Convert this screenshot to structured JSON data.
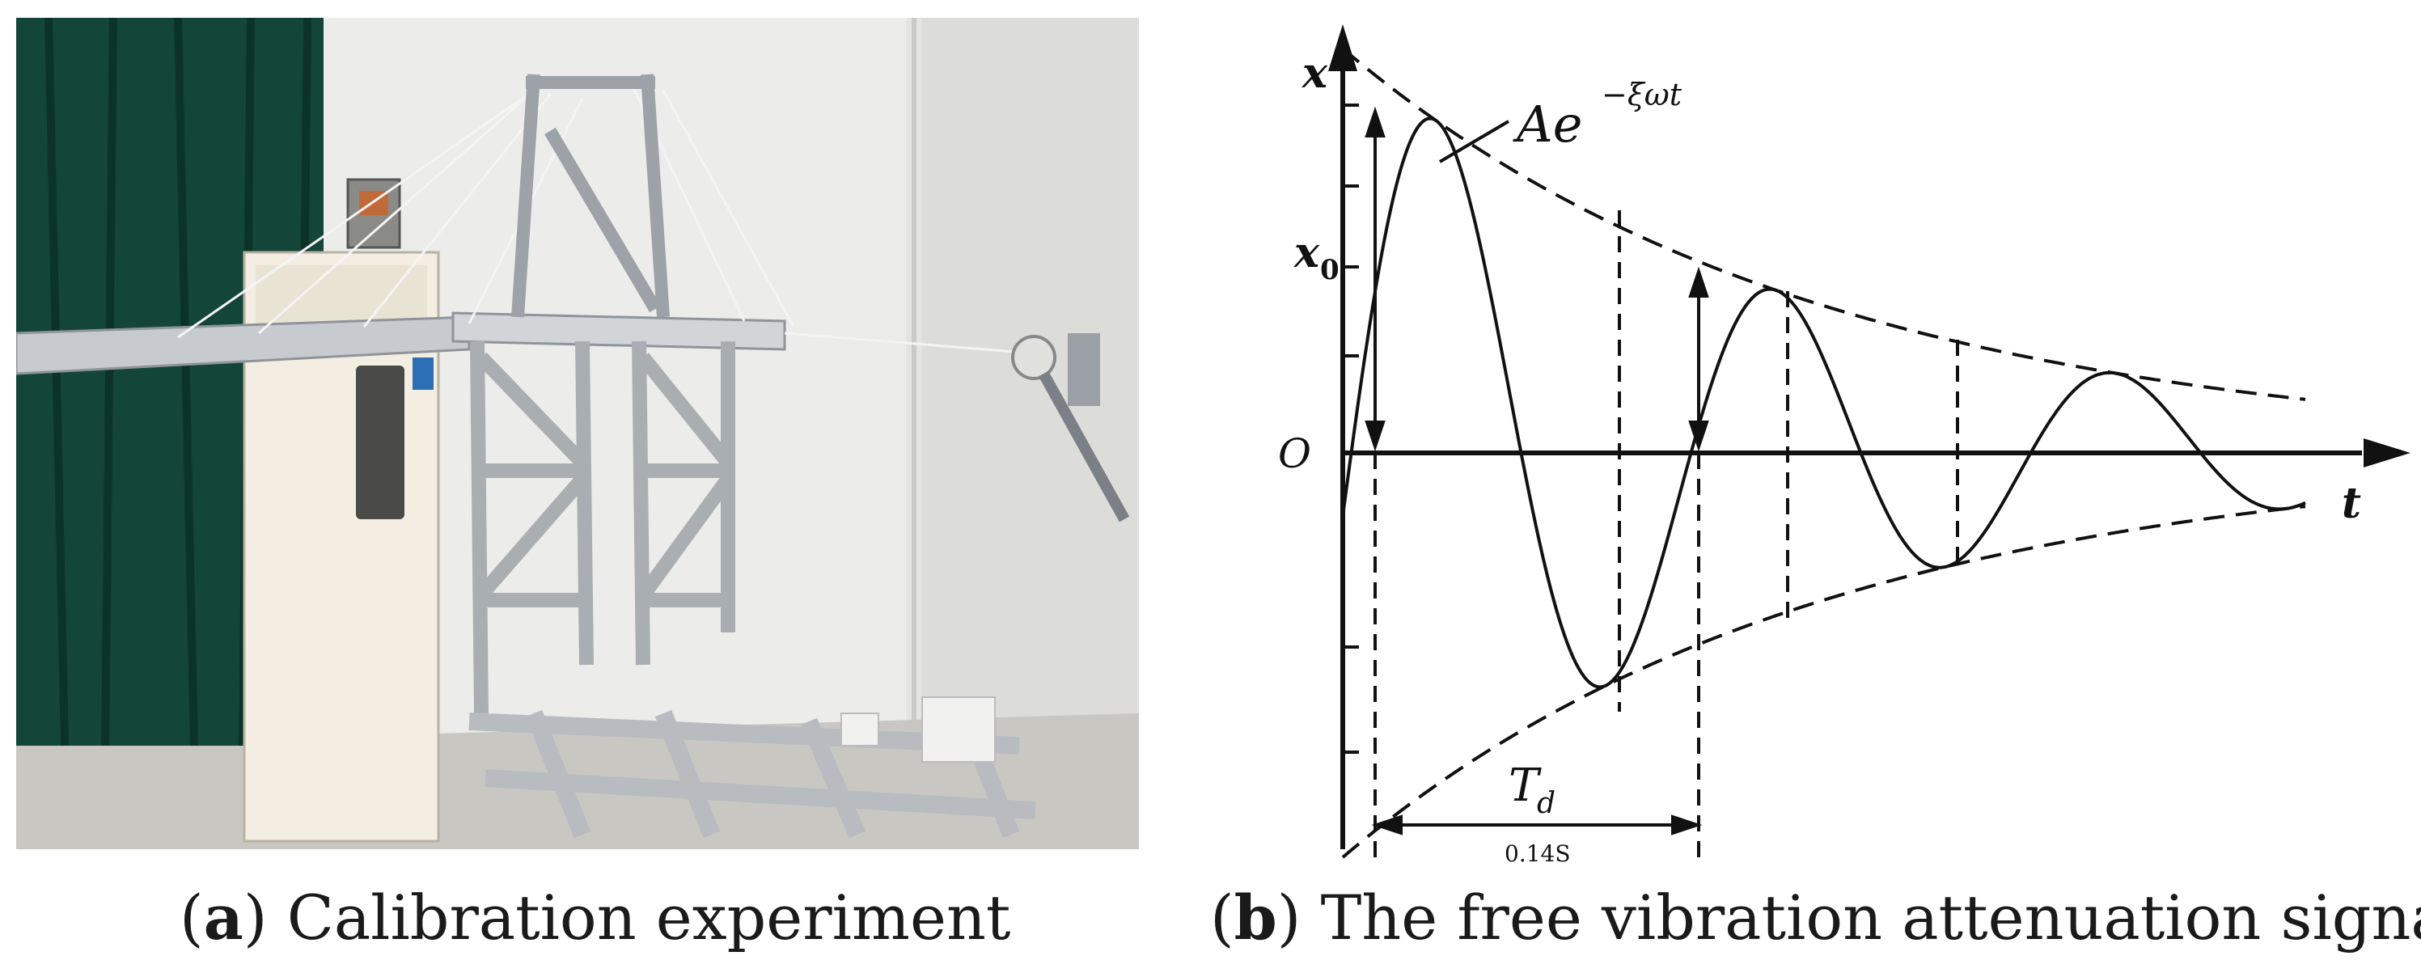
{
  "panel_a": {
    "caption_letter": "a",
    "caption_text": "Calibration experiment"
  },
  "panel_b": {
    "caption_letter": "b",
    "caption_text": "The free vibration attenuation signal",
    "y_axis_label": "x",
    "x_axis_label": "t",
    "origin_label": "O",
    "x0_label_main": "x",
    "x0_label_sub": "0",
    "envelope_label_base": "Ae",
    "envelope_label_exp": "−ξωt",
    "period_label_main": "T",
    "period_label_sub": "d",
    "period_value": "0.14S"
  }
}
